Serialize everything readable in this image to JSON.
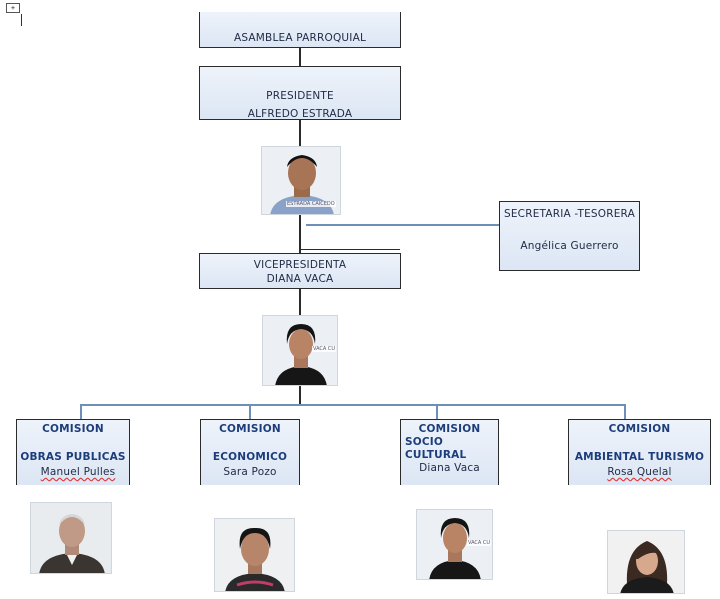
{
  "top": {
    "label": "ASAMBLEA PARROQUIAL"
  },
  "president": {
    "title": "PRESIDENTE",
    "name": "ALFREDO ESTRADA",
    "photo_tag": "ESTRADA CAICEDO"
  },
  "secretary": {
    "title": "SECRETARIA -TESORERA",
    "name": "Angélica Guerrero"
  },
  "vicepresident": {
    "title": "VICEPRESIDENTA",
    "name": "DIANA VACA",
    "photo_tag": "VACA CU"
  },
  "commissions": [
    {
      "label": "COMISION",
      "area": "OBRAS PUBLICAS",
      "person": "Manuel Pulles"
    },
    {
      "label": "COMISION",
      "area": "ECONOMICO",
      "person": "Sara Pozo"
    },
    {
      "label": "COMISION",
      "area_line1": "SOCIO",
      "area_line2": "CULTURAL",
      "person": "Diana Vaca",
      "photo_tag": "VACA CU"
    },
    {
      "label": "COMISION",
      "area": "AMBIENTAL TURISMO",
      "person": "Rosa Quelal"
    }
  ]
}
